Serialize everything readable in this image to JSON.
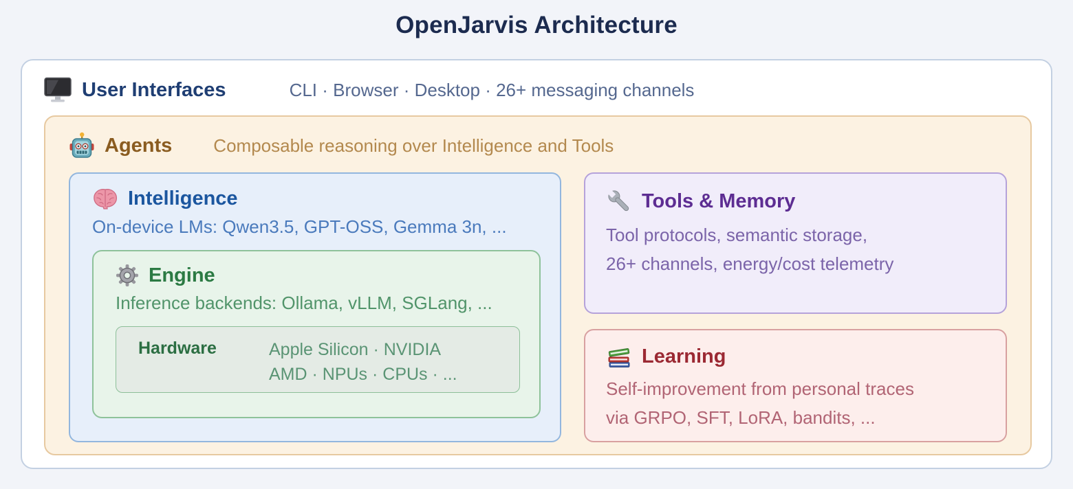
{
  "title": "OpenJarvis Architecture",
  "user_interfaces": {
    "title": "User Interfaces",
    "subtitle": "CLI · Browser · Desktop · 26+ messaging channels",
    "icon": "monitor-icon",
    "accent_color": "#1f3e73"
  },
  "agents": {
    "title": "Agents",
    "subtitle": "Composable reasoning over Intelligence and Tools",
    "icon": "robot-icon",
    "accent_color": "#8a5c20"
  },
  "intelligence": {
    "title": "Intelligence",
    "subtitle": "On-device LMs: Qwen3.5, GPT-OSS, Gemma 3n, ...",
    "icon": "brain-icon",
    "accent_color": "#1b569f"
  },
  "engine": {
    "title": "Engine",
    "subtitle": "Inference backends: Ollama, vLLM, SGLang, ...",
    "icon": "gear-icon",
    "accent_color": "#2b7a43"
  },
  "hardware": {
    "title": "Hardware",
    "lines": [
      "Apple Silicon · NVIDIA",
      "AMD · NPUs · CPUs · ..."
    ],
    "accent_color": "#2b6e42"
  },
  "tools_memory": {
    "title": "Tools & Memory",
    "lines": [
      "Tool protocols, semantic storage,",
      "26+ channels, energy/cost telemetry"
    ],
    "icon": "wrench-icon",
    "accent_color": "#5d2d92"
  },
  "learning": {
    "title": "Learning",
    "lines": [
      "Self-improvement from personal traces",
      "via GRPO, SFT, LoRA, bandits, ..."
    ],
    "icon": "books-icon",
    "accent_color": "#9b2933"
  }
}
